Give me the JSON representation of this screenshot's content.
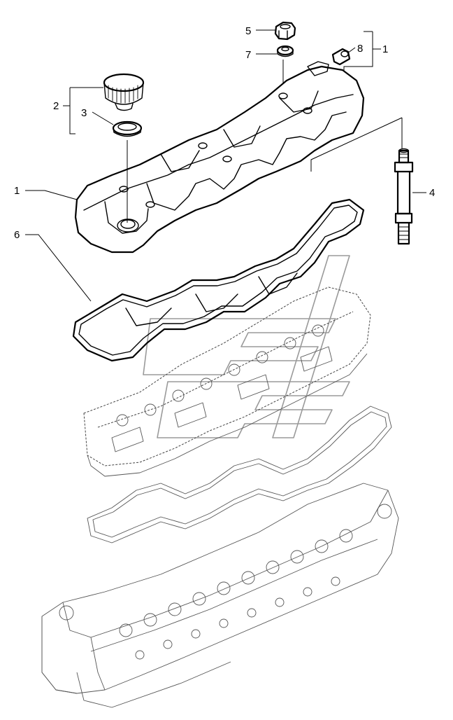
{
  "callouts": [
    {
      "id": "c5",
      "text": "5"
    },
    {
      "id": "c7",
      "text": "7"
    },
    {
      "id": "c8",
      "text": "8"
    },
    {
      "id": "c1a",
      "text": "1"
    },
    {
      "id": "c2",
      "text": "2"
    },
    {
      "id": "c3",
      "text": "3"
    },
    {
      "id": "c1b",
      "text": "1"
    },
    {
      "id": "c6",
      "text": "6"
    },
    {
      "id": "c4",
      "text": "4"
    }
  ]
}
